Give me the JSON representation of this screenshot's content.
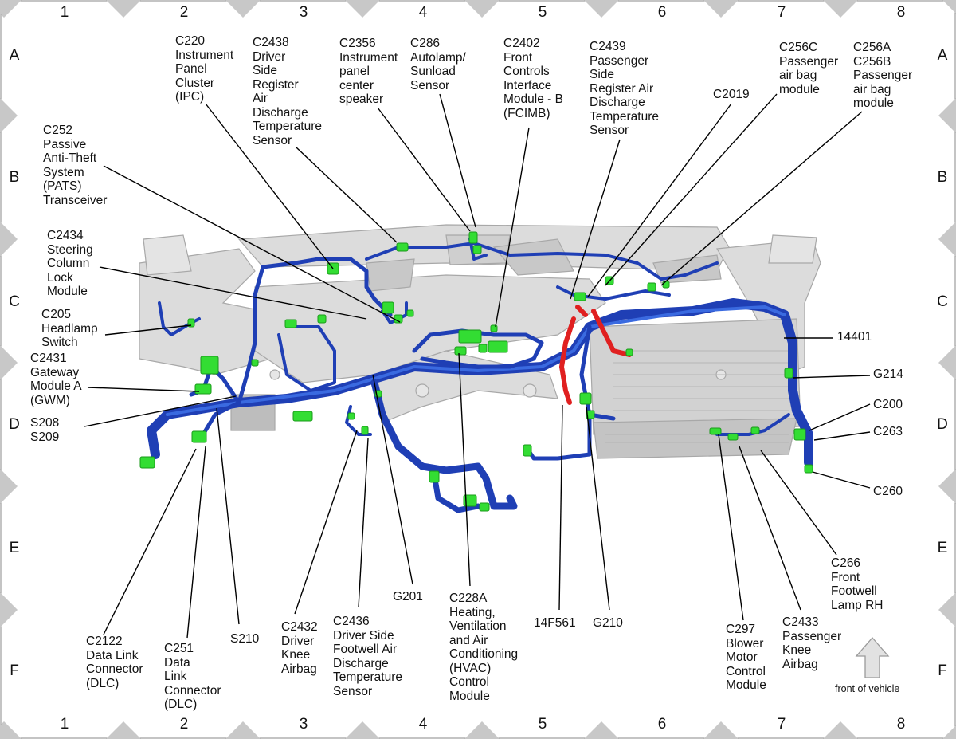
{
  "grid": {
    "columns": [
      "1",
      "2",
      "3",
      "4",
      "5",
      "6",
      "7",
      "8"
    ],
    "rows": [
      "A",
      "B",
      "C",
      "D",
      "E",
      "F"
    ]
  },
  "labels": {
    "c220": "C220\nInstrument\nPanel\nCluster\n(IPC)",
    "c2438": "C2438\nDriver\nSide\nRegister\nAir\nDischarge\nTemperature\nSensor",
    "c2356": "C2356\nInstrument\npanel\ncenter\nspeaker",
    "c286": "C286\nAutolamp/\nSunload\nSensor",
    "c2402": "C2402\nFront\nControls\nInterface\nModule - B\n(FCIMB)",
    "c2439": "C2439\nPassenger\nSide\nRegister Air\nDischarge\nTemperature\nSensor",
    "c2019": "C2019",
    "c256c": "C256C\nPassenger\nair bag\nmodule",
    "c256ab": "C256A\nC256B\nPassenger\nair bag\nmodule",
    "c252": "C252\nPassive\nAnti-Theft\nSystem\n(PATS)\nTransceiver",
    "c2434": "C2434\nSteering\nColumn\nLock\nModule",
    "c205": "C205\nHeadlamp\nSwitch",
    "c2431": "C2431\nGateway\nModule A\n(GWM)",
    "s208": "S208\nS209",
    "h14401": "14401",
    "g214": "G214",
    "c200": "C200",
    "c263": "C263",
    "c260": "C260",
    "c266": "C266\nFront\nFootwell\nLamp RH",
    "c2122": "C2122\nData Link\nConnector\n(DLC)",
    "c251": "C251\nData\nLink\nConnector\n(DLC)",
    "s210": "S210",
    "c2432": "C2432\nDriver\nKnee\nAirbag",
    "c2436": "C2436\nDriver Side\nFootwell Air\nDischarge\nTemperature\nSensor",
    "g201": "G201",
    "c228a": "C228A\nHeating,\nVentilation\nand Air\nConditioning\n(HVAC)\nControl\nModule",
    "f14f561": "14F561",
    "g210": "G210",
    "c297": "C297\nBlower\nMotor\nControl\nModule",
    "c2433": "C2433\nPassenger\nKnee\nAirbag",
    "front": "front of vehicle"
  },
  "colors": {
    "harness": "#1f3fb5",
    "harness_dark": "#142a7e",
    "connector": "#33dd33",
    "connector_dark": "#1a9a1a",
    "red_harness": "#e02020",
    "structure": "#d6d6d6",
    "structure_edge": "#9a9a9a",
    "border_diamond": "#c8c8c8"
  }
}
